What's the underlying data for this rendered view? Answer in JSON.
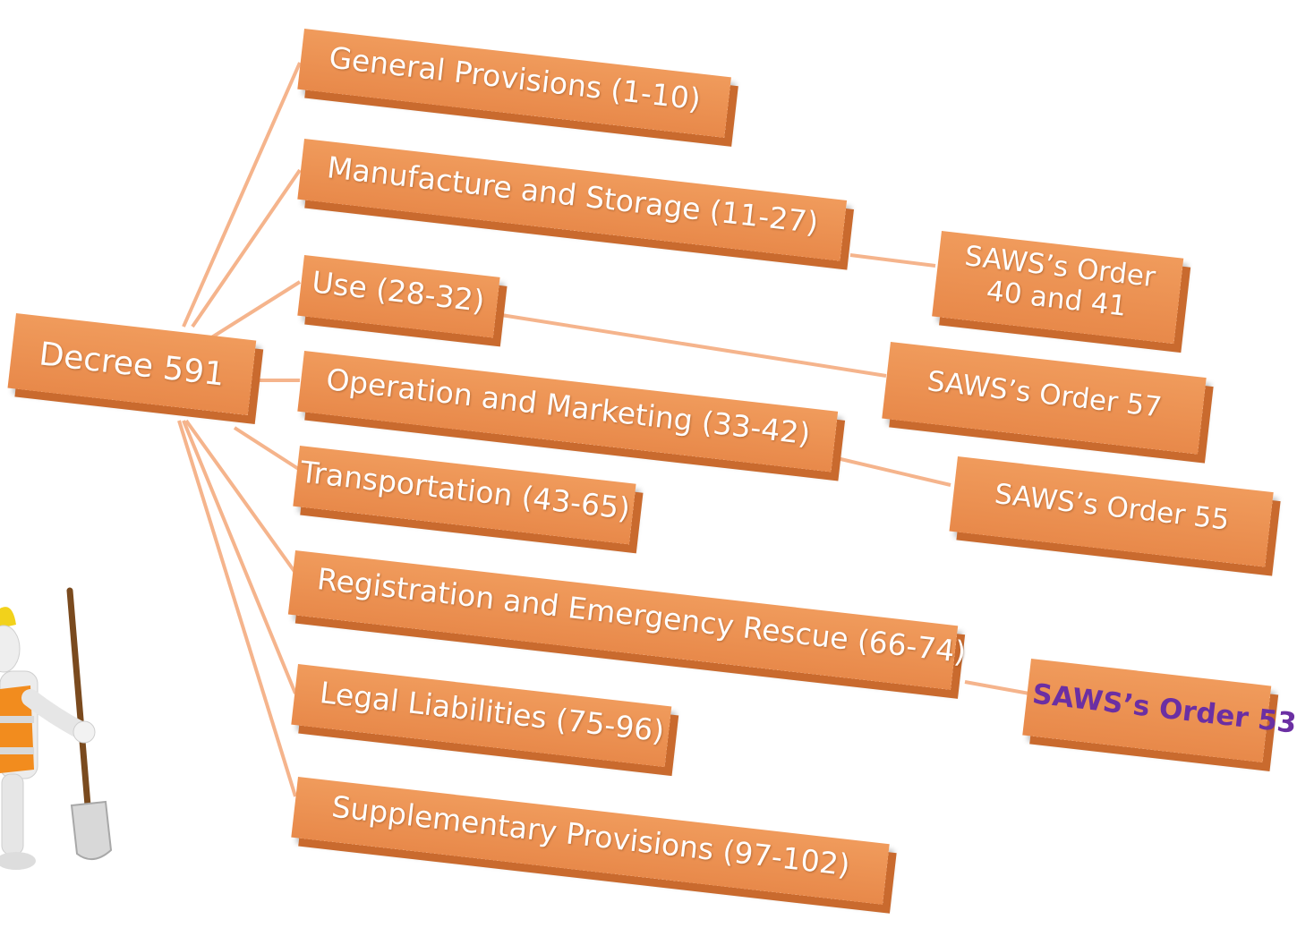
{
  "root": {
    "label": "Decree 591"
  },
  "chapters": [
    {
      "label": "General Provisions (1-10)"
    },
    {
      "label": "Manufacture and Storage (11-27)"
    },
    {
      "label": "Use (28-32)"
    },
    {
      "label": "Operation and Marketing (33-42)"
    },
    {
      "label": "Transportation (43-65)"
    },
    {
      "label": "Registration and Emergency Rescue (66-74)"
    },
    {
      "label": "Legal Liabilities (75-96)"
    },
    {
      "label": "Supplementary Provisions (97-102)"
    }
  ],
  "orders": [
    {
      "line1": "SAWS’s Order",
      "line2": "40 and 41"
    },
    {
      "label": "SAWS’s Order 57"
    },
    {
      "label": "SAWS’s Order 55"
    },
    {
      "label": "SAWS’s Order 53"
    }
  ],
  "colors": {
    "box": "#e8894a",
    "box_side": "#c96a2e",
    "root_box": "#c8703a",
    "connector": "#f5b48c",
    "highlight_text": "#6b2fa3"
  },
  "icons": {
    "figure": "construction-worker-with-shovel-icon"
  }
}
